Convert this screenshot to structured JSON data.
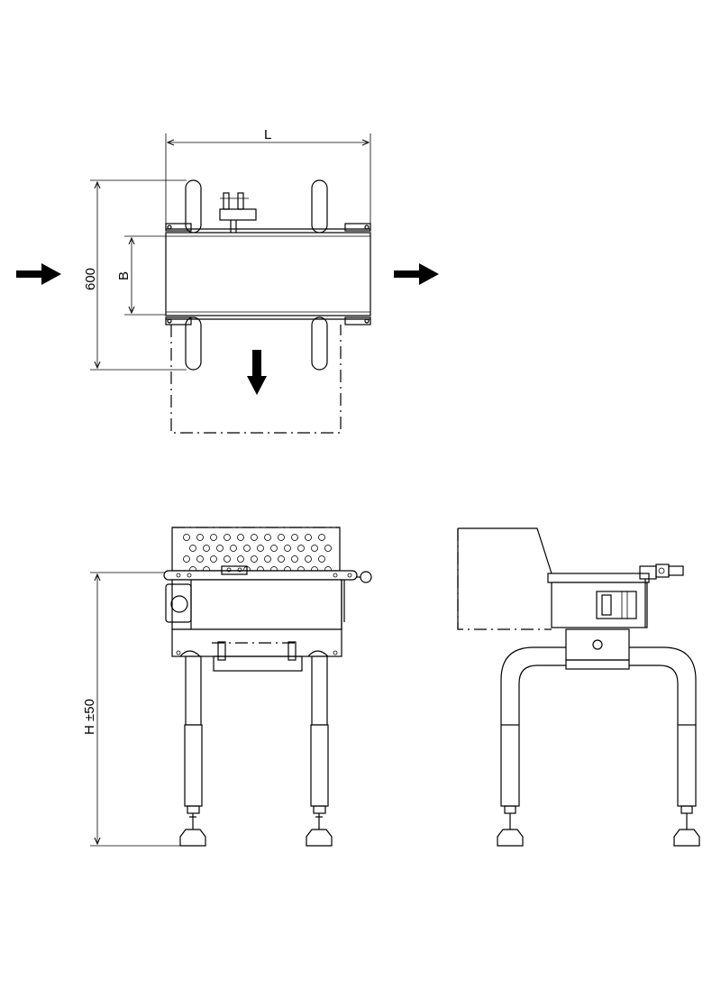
{
  "drawing": {
    "label_length": "L",
    "label_width_depth": "600",
    "label_belt_width": "B",
    "label_height": "H ±50"
  }
}
